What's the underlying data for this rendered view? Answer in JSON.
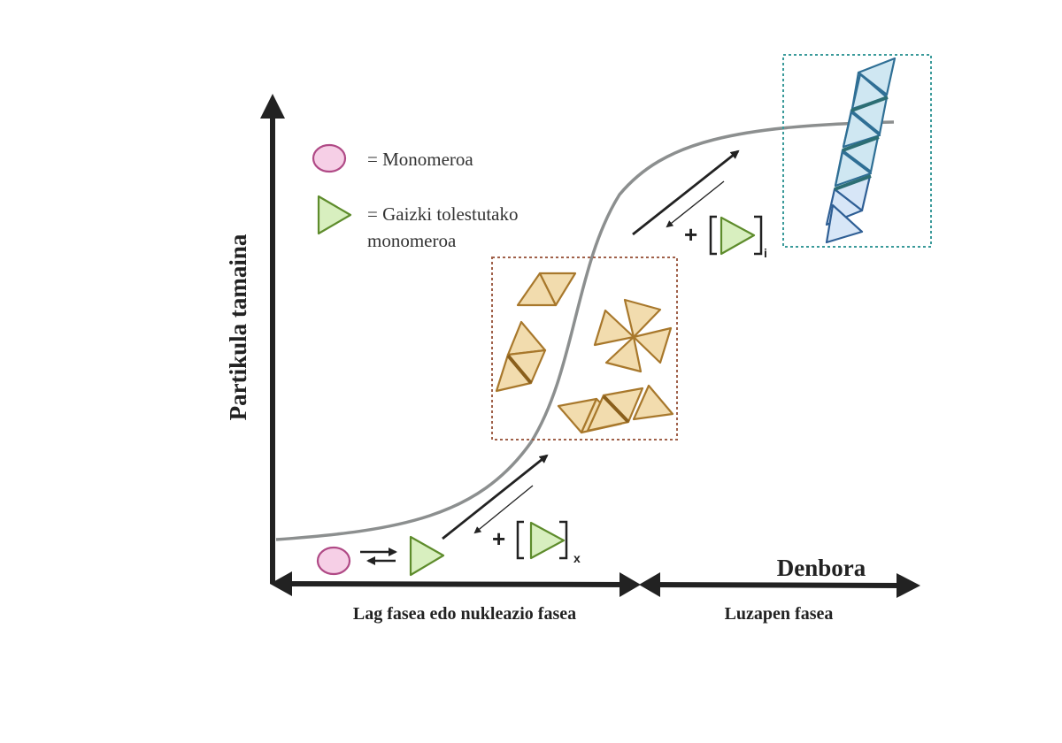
{
  "axes": {
    "y_label": "Partikula tamaina",
    "x_label": "Denbora"
  },
  "legend": {
    "monomer_label": "= Monomeroa",
    "misfolded_label_line1": "= Gaizki tolestutako",
    "misfolded_label_line2": "monomeroa"
  },
  "phases": {
    "lag_phase": "Lag fasea edo nukleazio fasea",
    "elongation_phase": "Luzapen fasea"
  },
  "steps": {
    "plus_sign": "+",
    "subscript_x": "x",
    "subscript_i": "i"
  },
  "colors": {
    "curve": "#8c8f8f",
    "axis": "#222222",
    "monomer_fill": "#f6cfe6",
    "misfolded_fill": "#d8efbf",
    "oligomer_box": "#a0614a",
    "fibril_box": "#3a9a9a"
  }
}
